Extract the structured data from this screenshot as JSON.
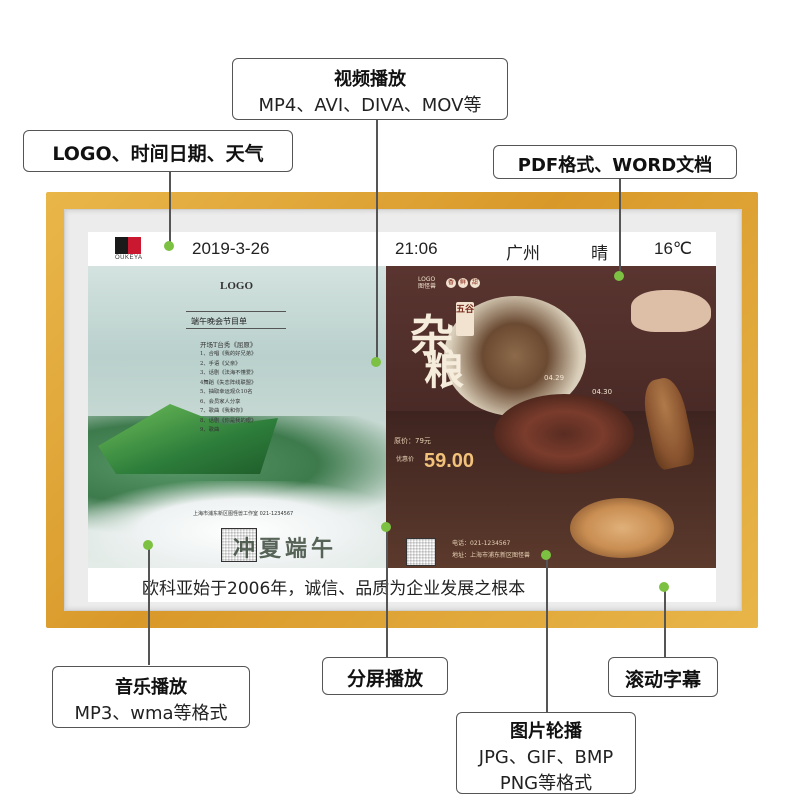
{
  "screen": {
    "topbar": {
      "brand": "OUKEYA",
      "date": "2019-3-26",
      "time": "21:06",
      "city": "广州",
      "weather": "晴",
      "temperature": "16℃"
    },
    "left_poster": {
      "logo": "LOGO",
      "title": "端午晚会节目单",
      "subtitle": "开场T台秀《屈原》",
      "items": [
        "1、合唱《我的好兄弟》",
        "2、手语《父亲》",
        "3、话剧《法海不懂爱》",
        "4舞蹈《失恋阵线联盟》",
        "5、抽取幸运观众10名",
        "6、会员家人分享",
        "7、歌曲《我和你》",
        "8、话剧《你是我的眼》",
        "9、歌曲"
      ],
      "address": "上海市浦东新区图怪兽工作室    021-1234567",
      "calligraphy": "冲夏端午"
    },
    "right_poster": {
      "logo": "LOGO\n图怪兽",
      "badges": [
        "香",
        "鲜",
        "甜"
      ],
      "big_char_1": "杂",
      "big_char_2": "粮",
      "seal": "五谷",
      "date_start": "04.29",
      "date_end": "04.30",
      "price_label": "原价：79元",
      "tag": "优惠价",
      "price": "59.00",
      "phone": "电话：021-1234567",
      "address": "地址：上海市浦东新区图怪兽"
    },
    "ticker": "欧科亚始于2006年，诚信、品质为企业发展之根本"
  },
  "callouts": {
    "video": {
      "title": "视频播放",
      "sub": "MP4、AVI、DIVA、MOV等"
    },
    "logo_time": {
      "title": "LOGO、时间日期、天气"
    },
    "pdf_word": {
      "title": "PDF格式、WORD文档"
    },
    "music": {
      "title": "音乐播放",
      "sub": "MP3、wma等格式"
    },
    "split": {
      "title": "分屏播放"
    },
    "ticker": {
      "title": "滚动字幕"
    },
    "images": {
      "title": "图片轮播",
      "sub1": "JPG、GIF、BMP",
      "sub2": "PNG等格式"
    }
  },
  "colors": {
    "frame": "#e0a63c",
    "marker": "#7cc142",
    "poster_dark": "#4a2a26"
  }
}
